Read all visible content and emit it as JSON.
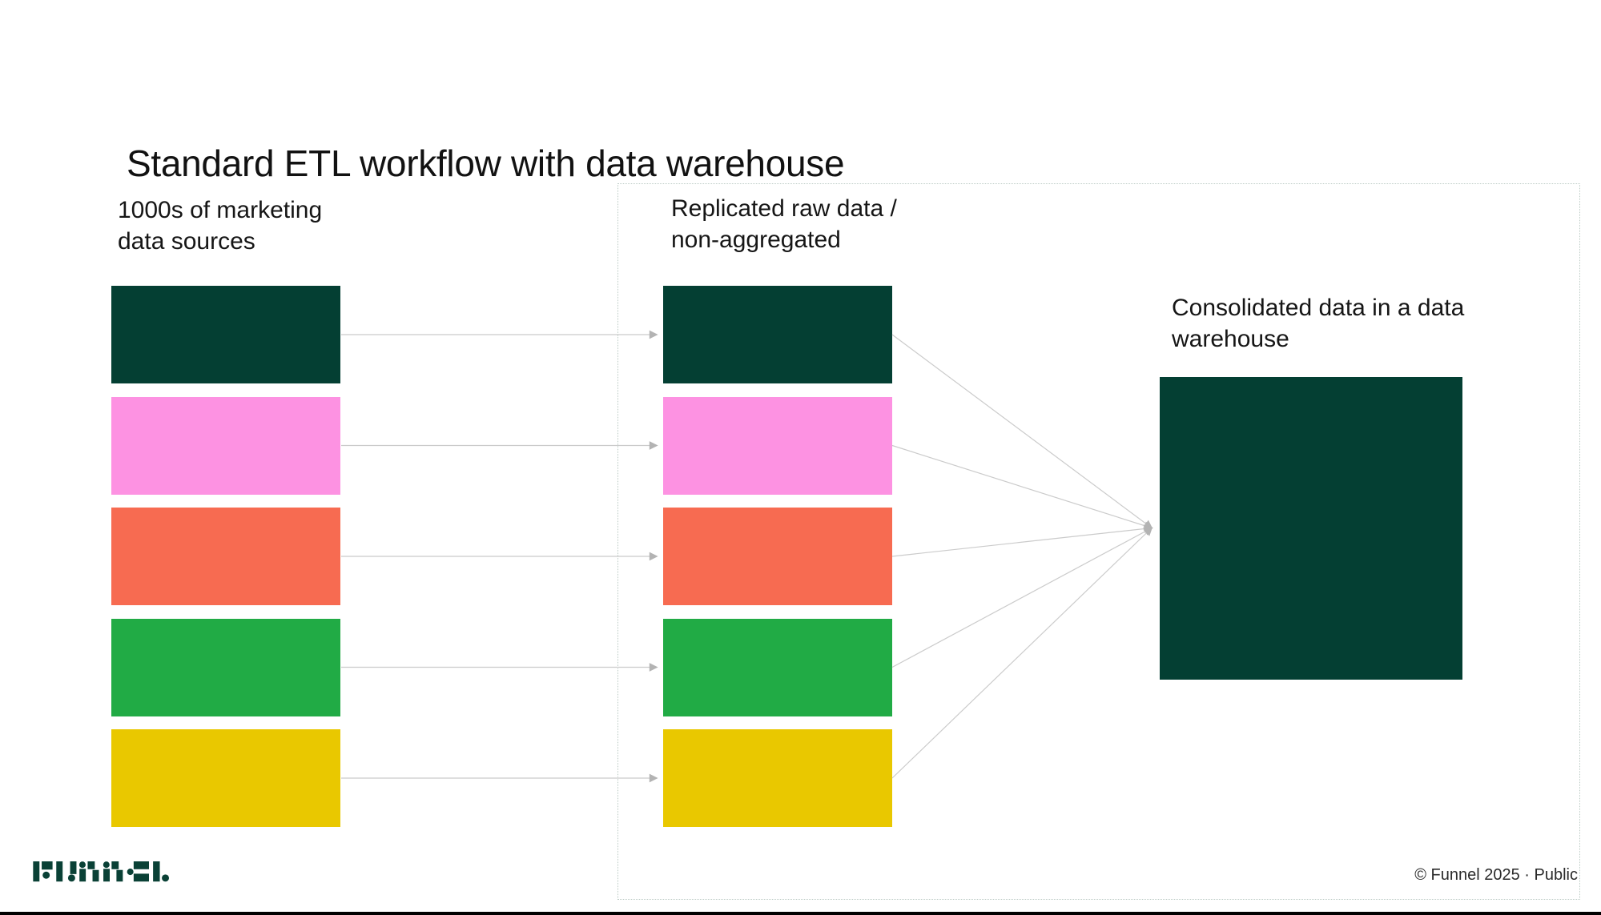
{
  "title": "Standard ETL workflow with data warehouse",
  "labels": {
    "sources": "1000s of marketing\ndata sources",
    "replicated": "Replicated raw data /\nnon-aggregated",
    "warehouse": "Consolidated data in a data\nwarehouse"
  },
  "footer": {
    "logo_name": "Funnel",
    "copyright": "© Funnel 2025 · Public"
  },
  "diagram": {
    "source_block_colors": [
      "#043F33",
      "#FD92E2",
      "#F76B51",
      "#21AB45",
      "#E9C800"
    ],
    "replicated_block_colors": [
      "#043F33",
      "#FD92E2",
      "#F76B51",
      "#21AB45",
      "#E9C800"
    ],
    "warehouse_color": "#043F33",
    "arrow_line_color": "#cbcbcb",
    "arrowhead_color": "#b3b3b3",
    "zone_border_color": "#bccbc5",
    "logo_color": "#0A4136",
    "flow": [
      "each source block replicates to a raw data block",
      "all replicated blocks consolidate into the data warehouse"
    ]
  }
}
